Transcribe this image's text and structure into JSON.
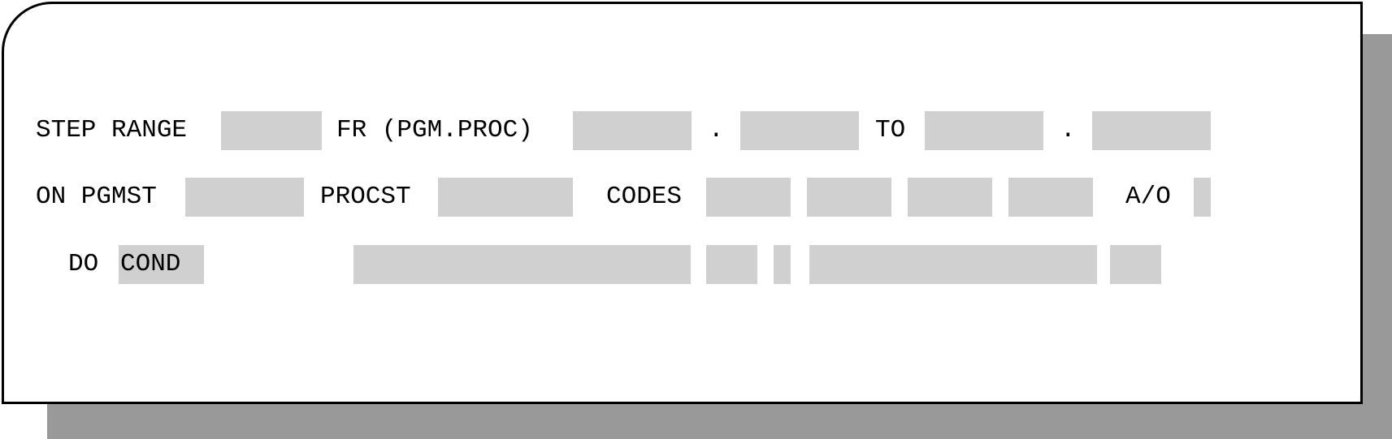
{
  "row_step_range": {
    "step_range_label": "STEP RANGE",
    "step_range_value": "",
    "fr_label": "FR (PGM.PROC)",
    "fr_pgm_value": "",
    "fr_dot": ".",
    "fr_proc_value": "",
    "to_label": "TO",
    "to_pgm_value": "",
    "to_dot": ".",
    "to_proc_value": ""
  },
  "row_on": {
    "on_pgmst_label": "ON PGMST",
    "pgmst_value": "",
    "procst_label": "PROCST",
    "procst_value": "",
    "codes_label": "CODES",
    "codes_values": [
      "",
      "",
      "",
      ""
    ],
    "ao_label": "A/O",
    "ao_value": ""
  },
  "row_do": {
    "do_label": "DO",
    "do_action_value": "COND",
    "condition_values": [
      "",
      "",
      "",
      "",
      ""
    ]
  },
  "colors": {
    "field_background": "#d0d0d0",
    "shadow": "#999999",
    "border": "#000000"
  }
}
